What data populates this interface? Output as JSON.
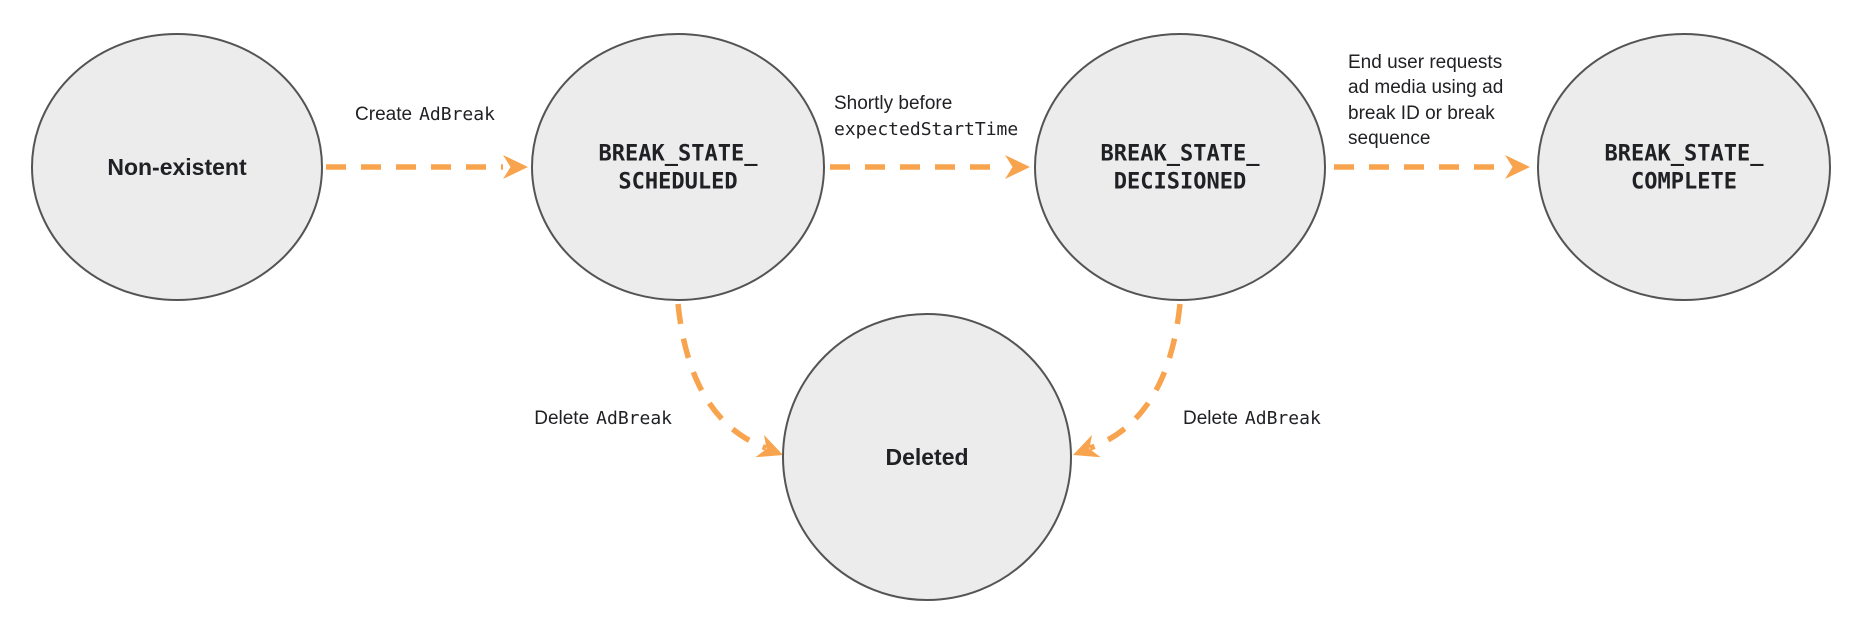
{
  "diagram": {
    "type": "state-transition-diagram",
    "colors": {
      "arrow": "#F8A44E",
      "node_fill": "#ECECEC",
      "node_stroke": "#545454",
      "text": "#202124"
    },
    "states": [
      {
        "id": "non-existent",
        "lines": [
          "Non-existent"
        ]
      },
      {
        "id": "break-state-scheduled",
        "lines": [
          "BREAK_STATE_",
          "SCHEDULED"
        ]
      },
      {
        "id": "break-state-decisioned",
        "lines": [
          "BREAK_STATE_",
          "DECISIONED"
        ]
      },
      {
        "id": "break-state-complete",
        "lines": [
          "BREAK_STATE_",
          "COMPLETE"
        ]
      },
      {
        "id": "deleted",
        "lines": [
          "Deleted"
        ]
      }
    ],
    "transitions": [
      {
        "id": "create-adbreak",
        "from": "non-existent",
        "to": "break-state-scheduled",
        "text": "Create",
        "code": "AdBreak"
      },
      {
        "id": "shortly-before-expected-start-time",
        "from": "break-state-scheduled",
        "to": "break-state-decisioned",
        "text": "Shortly before",
        "code": "expectedStartTime"
      },
      {
        "id": "end-user-requests",
        "from": "break-state-decisioned",
        "to": "break-state-complete",
        "lines": [
          "End user requests",
          "ad media using ad",
          "break ID or break",
          "sequence"
        ]
      },
      {
        "id": "delete-adbreak-from-scheduled",
        "from": "break-state-scheduled",
        "to": "deleted",
        "text": "Delete",
        "code": "AdBreak"
      },
      {
        "id": "delete-adbreak-from-decisioned",
        "from": "break-state-decisioned",
        "to": "deleted",
        "text": "Delete",
        "code": "AdBreak"
      }
    ]
  }
}
